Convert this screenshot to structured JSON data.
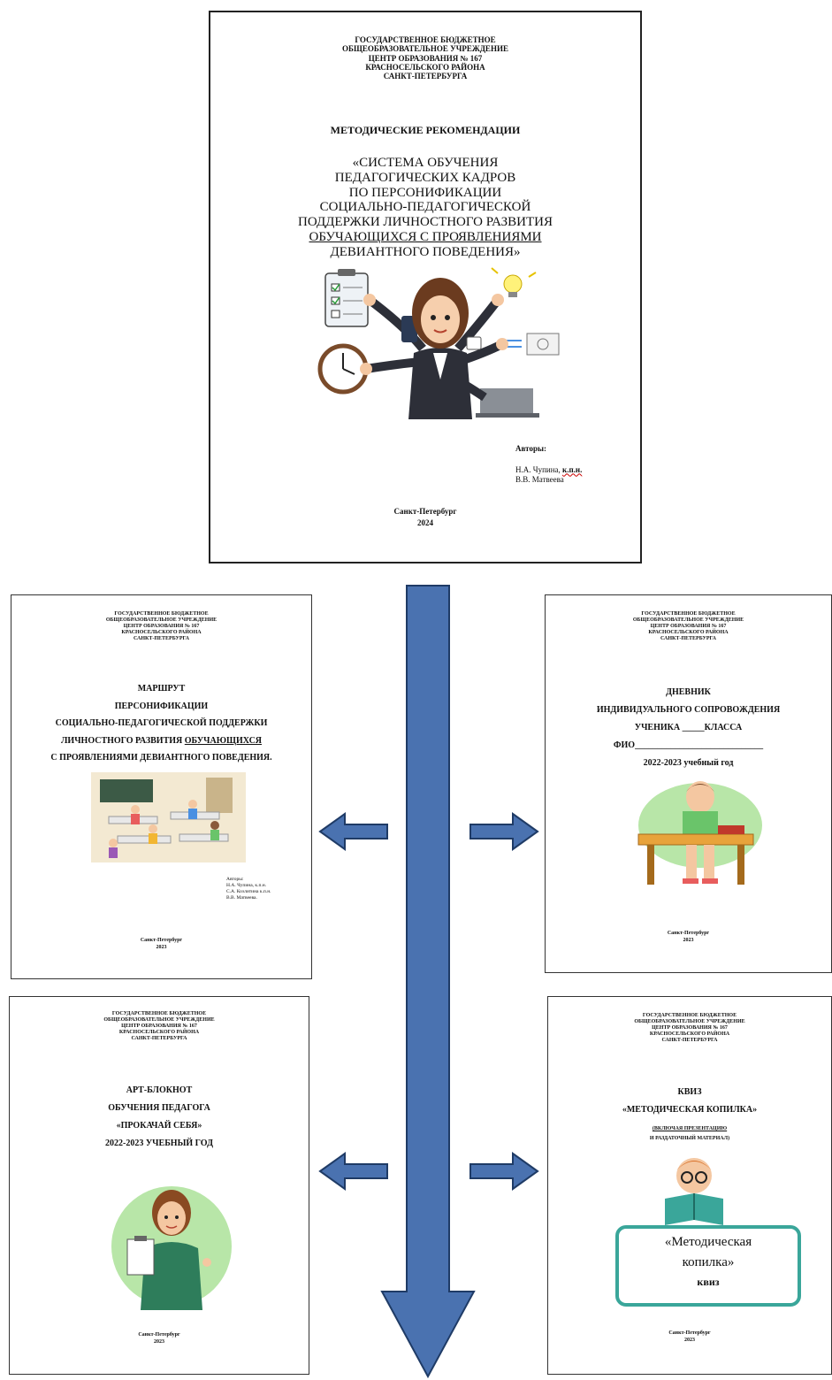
{
  "main_doc": {
    "header": [
      "ГОСУДАРСТВЕННОЕ БЮДЖЕТНОЕ",
      "ОБЩЕОБРАЗОВАТЕЛЬНОЕ УЧРЕЖДЕНИЕ",
      "ЦЕНТР ОБРАЗОВАНИЯ № 167",
      "КРАСНОСЕЛЬСКОГО РАЙОНА",
      "САНКТ-ПЕТЕРБУРГА"
    ],
    "doc_type": "МЕТОДИЧЕСКИЕ РЕКОМЕНДАЦИИ",
    "title_lines": [
      "«СИСТЕМА ОБУЧЕНИЯ",
      "ПЕДАГОГИЧЕСКИХ КАДРОВ",
      "ПО ПЕРСОНИФИКАЦИИ",
      "СОЦИАЛЬНО-ПЕДАГОГИЧЕСКОЙ",
      "ПОДДЕРЖКИ ЛИЧНОСТНОГО РАЗВИТИЯ",
      "ОБУЧАЮЩИХСЯ С ПРОЯВЛЕНИЯМИ",
      "ДЕВИАНТНОГО ПОВЕДЕНИЯ»"
    ],
    "authors_label": "Авторы:",
    "author1": "Н.А. Чупина,",
    "author1_degree": "к.п.н.",
    "author2": "В.В. Матвеева",
    "city": "Санкт-Петербург",
    "year": "2024"
  },
  "doc_route": {
    "header": [
      "ГОСУДАРСТВЕННОЕ БЮДЖЕТНОЕ",
      "ОБЩЕОБРАЗОВАТЕЛЬНОЕ УЧРЕЖДЕНИЕ",
      "ЦЕНТР ОБРАЗОВАНИЯ № 167",
      "КРАСНОСЕЛЬСКОГО РАЙОНА",
      "САНКТ-ПЕТЕРБУРГА"
    ],
    "title_lines": [
      "МАРШРУТ",
      "ПЕРСОНИФИКАЦИИ",
      "СОЦИАЛЬНО-ПЕДАГОГИЧЕСКОЙ ПОДДЕРЖКИ"
    ],
    "line4_a": "ЛИЧНОСТНОГО РАЗВИТИЯ ",
    "line4_b": "ОБУЧАЮЩИХСЯ",
    "line5": "С ПРОЯВЛЕНИЯМИ ДЕВИАНТНОГО ПОВЕДЕНИЯ.",
    "authors_label": "Авторы:",
    "author1": "Н.А. Чупина, к.п.н.",
    "author2": "С.А. Козлитина к.п.н.",
    "author3": "В.В. Матвеева.",
    "city": "Санкт-Петербург",
    "year": "2023"
  },
  "doc_diary": {
    "header": [
      "ГОСУДАРСТВЕННОЕ БЮДЖЕТНОЕ",
      "ОБЩЕОБРАЗОВАТЕЛЬНОЕ УЧРЕЖДЕНИЕ",
      "ЦЕНТР ОБРАЗОВАНИЯ № 167",
      "КРАСНОСЕЛЬСКОГО РАЙОНА",
      "САНКТ-ПЕТЕРБУРГА"
    ],
    "title_lines": [
      "ДНЕВНИК",
      "ИНДИВИДУАЛЬНОГО СОПРОВОЖДЕНИЯ",
      "УЧЕНИКА _____КЛАССА",
      "ФИО_____________________________",
      "2022-2023 учебный год"
    ],
    "city": "Санкт-Петербург",
    "year": "2023"
  },
  "doc_art": {
    "header": [
      "ГОСУДАРСТВЕННОЕ БЮДЖЕТНОЕ",
      "ОБЩЕОБРАЗОВАТЕЛЬНОЕ УЧРЕЖДЕНИЕ",
      "ЦЕНТР ОБРАЗОВАНИЯ № 167",
      "КРАСНОСЕЛЬСКОГО РАЙОНА",
      "САНКТ-ПЕТЕРБУРГА"
    ],
    "title_lines": [
      "АРТ-БЛОКНОТ",
      "ОБУЧЕНИЯ ПЕДАГОГА",
      "«ПРОКАЧАЙ СЕБЯ»",
      "2022-2023 УЧЕБНЫЙ ГОД"
    ],
    "city": "Санкт-Петербург",
    "year": "2023"
  },
  "doc_quiz": {
    "header": [
      "ГОСУДАРСТВЕННОЕ БЮДЖЕТНОЕ",
      "ОБЩЕОБРАЗОВАТЕЛЬНОЕ УЧРЕЖДЕНИЕ",
      "ЦЕНТР ОБРАЗОВАНИЯ № 167",
      "КРАСНОСЕЛЬСКОГО РАЙОНА",
      "САНКТ-ПЕТЕРБУРГА"
    ],
    "title_lines": [
      "КВИЗ",
      "«МЕТОДИЧЕСКАЯ КОПИЛКА»",
      "(ВКЛЮЧАЯ ПРЕЗЕНТАЦИЮ",
      "И РАЗДАТОЧНЫЙ МАТЕРИАЛ)"
    ],
    "board_lines": [
      "«Методическая",
      "копилка»",
      "квиз"
    ],
    "city": "Санкт-Петербург",
    "year": "2023"
  },
  "colors": {
    "arrow_fill": "#4a72b0",
    "arrow_stroke": "#1f3b66",
    "blob_green": "#b8e6a8",
    "board_teal": "#3aa69a"
  }
}
